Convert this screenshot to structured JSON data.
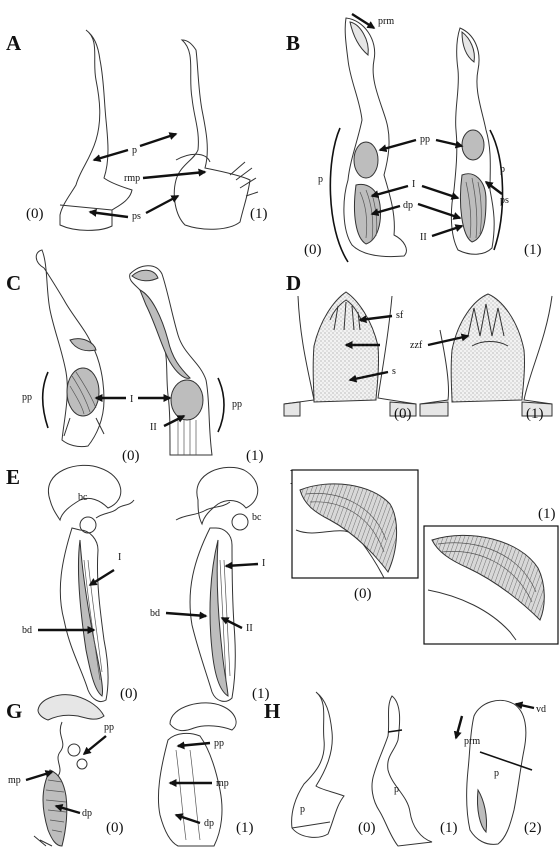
{
  "panels": {
    "A": {
      "letter": "A",
      "states": [
        "(0)",
        "(1)"
      ],
      "labels": {
        "p": "p",
        "rmp": "rmp",
        "ps": "ps"
      }
    },
    "B": {
      "letter": "B",
      "states": [
        "(0)",
        "(1)"
      ],
      "labels": {
        "prm": "prm",
        "pp": "pp",
        "p_left": "p",
        "p_right": "p",
        "I": "I",
        "dp": "dp",
        "ps": "ps",
        "II": "II"
      }
    },
    "C": {
      "letter": "C",
      "states": [
        "(0)",
        "(1)"
      ],
      "labels": {
        "pp_left": "pp",
        "I": "I",
        "II": "II",
        "pp_right": "pp"
      }
    },
    "D": {
      "letter": "D",
      "states": [
        "(0)",
        "(1)"
      ],
      "labels": {
        "sf": "sf",
        "s": "s",
        "zzf": "zzf"
      }
    },
    "E": {
      "letter": "E",
      "states": [
        "(0)",
        "(1)"
      ],
      "labels": {
        "bc_left": "bc",
        "I_left": "I",
        "bd_left": "bd",
        "bc_right": "bc",
        "I_right": "I",
        "bd_right": "bd",
        "II": "II"
      }
    },
    "F": {
      "letter": "F",
      "states": [
        "(0)",
        "(1)"
      ]
    },
    "G": {
      "letter": "G",
      "states": [
        "(0)",
        "(1)"
      ],
      "labels": {
        "pp_left": "pp",
        "mp_left": "mp",
        "dp_left": "dp",
        "pp_right": "pp",
        "mp_right": "mp",
        "dp_right": "dp"
      }
    },
    "H": {
      "letter": "H",
      "states": [
        "(0)",
        "(1)",
        "(2)"
      ],
      "labels": {
        "p0": "p",
        "p1": "p",
        "prm": "prm",
        "vd": "vd",
        "p2": "p"
      }
    }
  }
}
